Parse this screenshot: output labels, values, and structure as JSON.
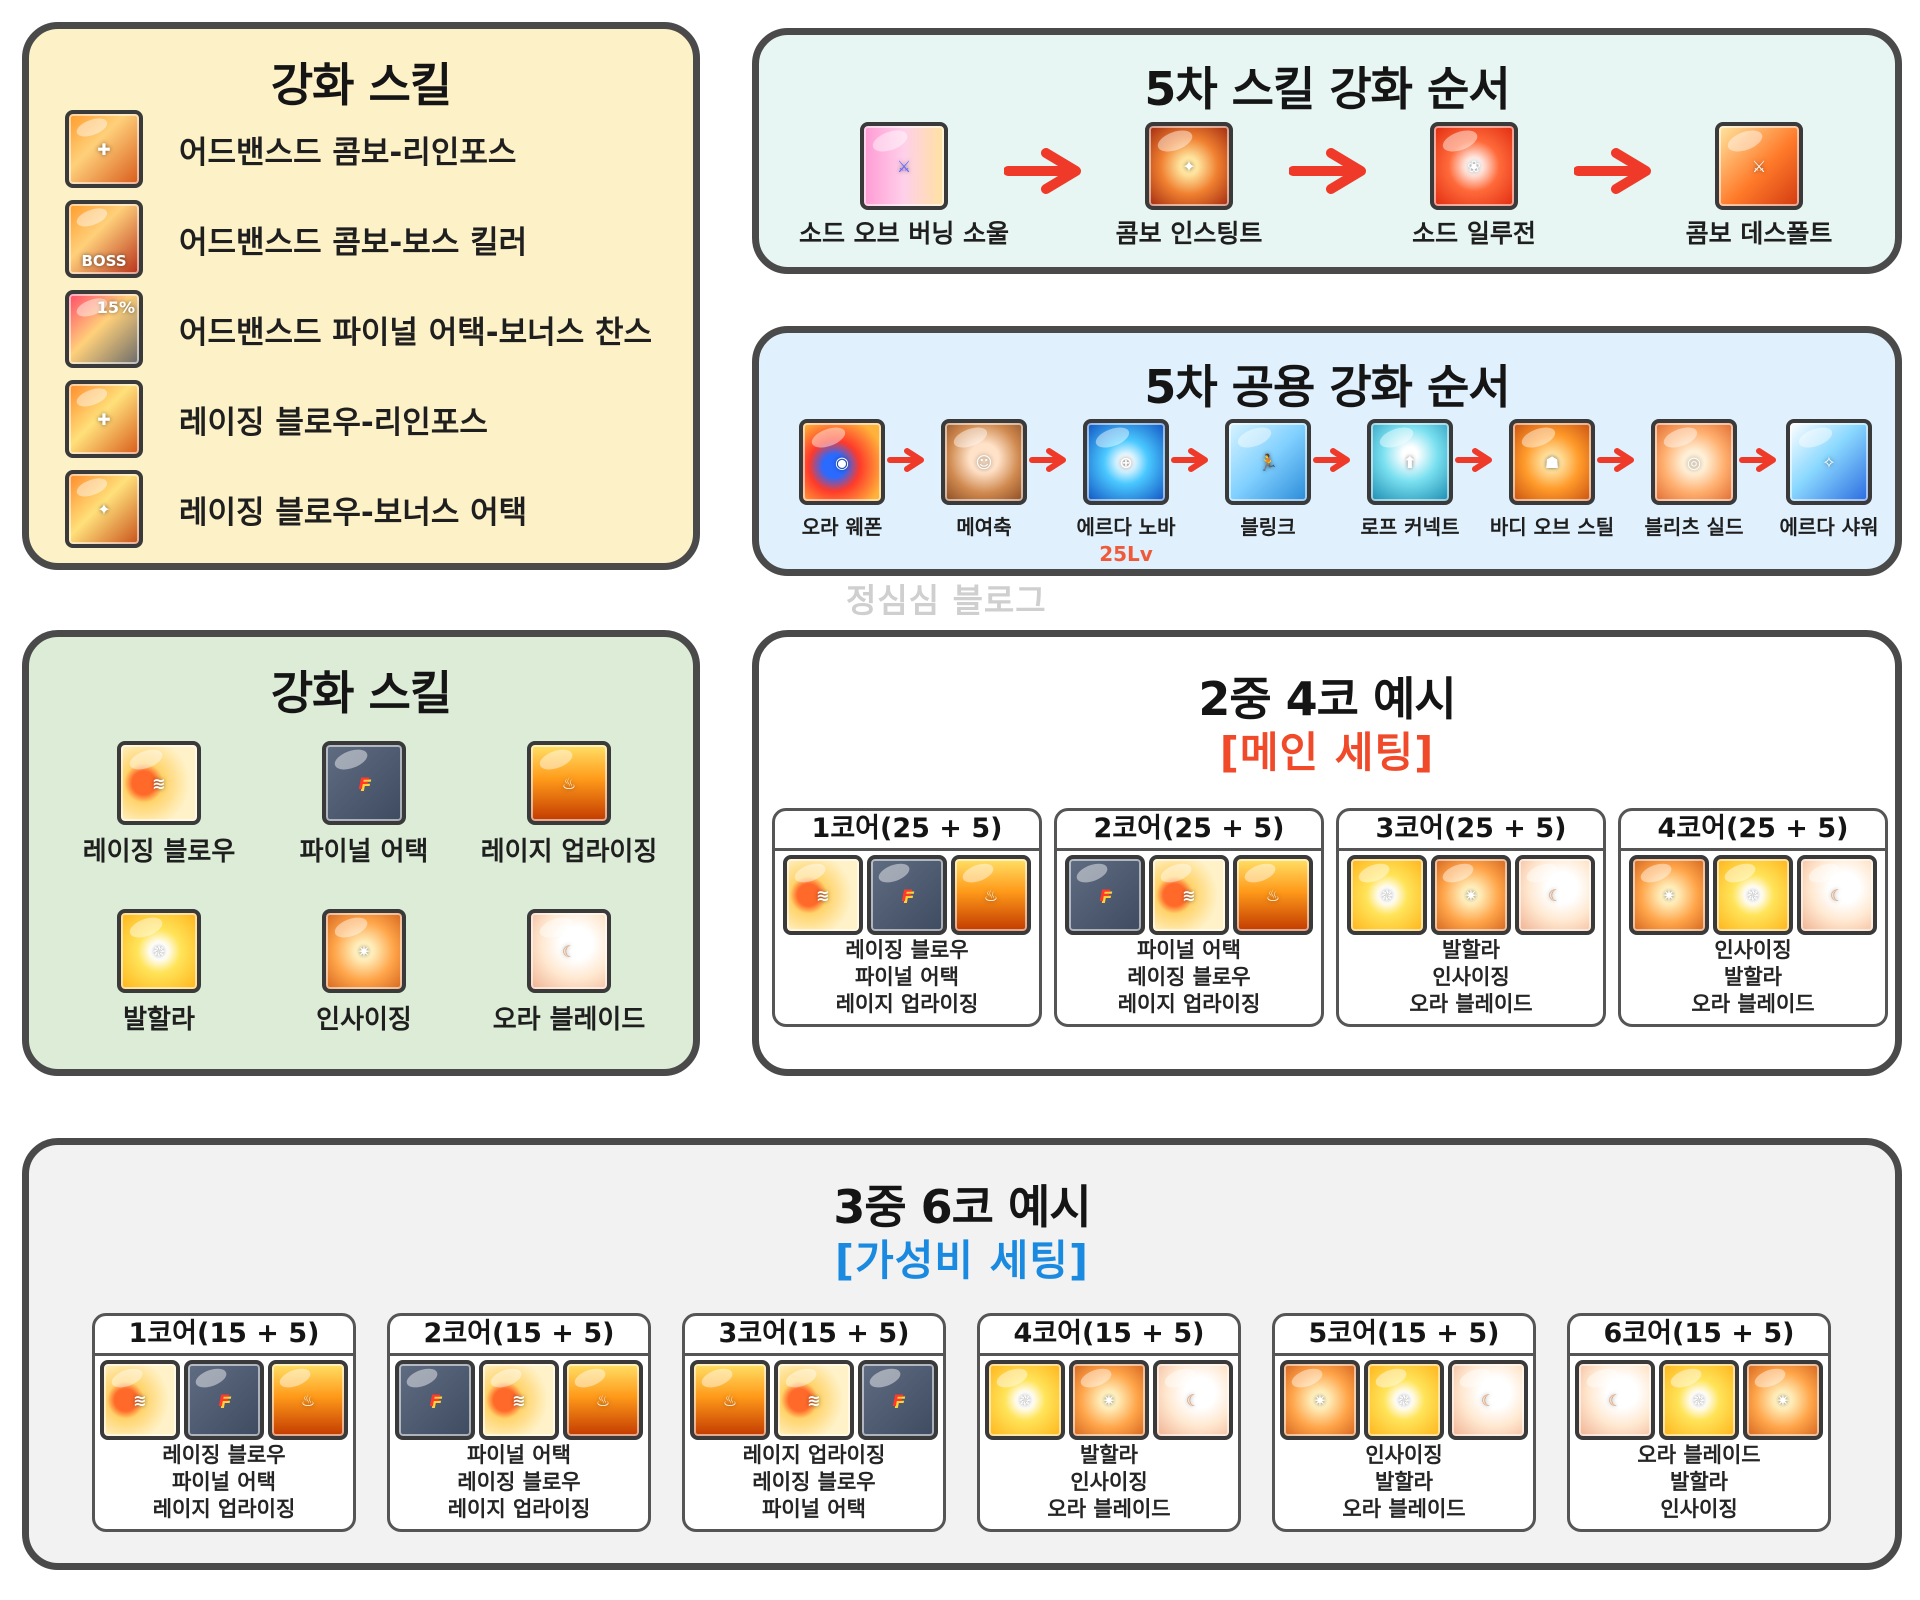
{
  "panel_enhance": {
    "title": "강화 스킬",
    "items": [
      {
        "label": "어드밴스드 콤보-리인포스",
        "icon": "advanced-combo-reinforce-icon"
      },
      {
        "label": "어드밴스드 콤보-보스 킬러",
        "icon": "advanced-combo-boss-killer-icon",
        "badge": "BOSS"
      },
      {
        "label": "어드밴스드 파이널 어택-보너스 찬스",
        "icon": "advanced-final-attack-bonus-chance-icon",
        "badge": "15%"
      },
      {
        "label": "레이징 블로우-리인포스",
        "icon": "raging-blow-reinforce-icon"
      },
      {
        "label": "레이징 블로우-보너스 어택",
        "icon": "raging-blow-bonus-attack-icon"
      }
    ]
  },
  "panel_fifth_order": {
    "title": "5차 스킬 강화 순서",
    "items": [
      {
        "label": "소드 오브 버닝 소울",
        "icon": "sword-of-burning-soul-icon"
      },
      {
        "label": "콤보 인스팅트",
        "icon": "combo-instinct-icon"
      },
      {
        "label": "소드 일루전",
        "icon": "sword-illusion-icon"
      },
      {
        "label": "콤보 데스폴트",
        "icon": "combo-deathfault-icon"
      }
    ]
  },
  "panel_common_order": {
    "title": "5차 공용 강화 순서",
    "items": [
      {
        "label": "오라 웨폰",
        "icon": "aura-weapon-icon"
      },
      {
        "label": "메여축",
        "icon": "goddess-blessing-icon"
      },
      {
        "label": "에르다 노바",
        "icon": "erda-nova-icon",
        "level": "25Lv"
      },
      {
        "label": "블링크",
        "icon": "blink-icon"
      },
      {
        "label": "로프 커넥트",
        "icon": "rope-connect-icon"
      },
      {
        "label": "바디 오브 스틸",
        "icon": "body-of-steel-icon"
      },
      {
        "label": "블리츠 실드",
        "icon": "blitz-shield-icon"
      },
      {
        "label": "에르다 샤워",
        "icon": "erda-shower-icon"
      }
    ]
  },
  "watermark": "정심심 블로그",
  "panel_skills": {
    "title": "강화 스킬",
    "items": [
      {
        "label": "레이징 블로우",
        "icon": "raging-blow-icon"
      },
      {
        "label": "파이널 어택",
        "icon": "final-attack-icon"
      },
      {
        "label": "레이지 업라이징",
        "icon": "rage-uprising-icon"
      },
      {
        "label": "발할라",
        "icon": "valhalla-icon"
      },
      {
        "label": "인사이징",
        "icon": "incising-icon"
      },
      {
        "label": "오라 블레이드",
        "icon": "aura-blade-icon"
      }
    ]
  },
  "panel_four_core": {
    "title": "2중 4코 예시",
    "subtitle": "[메인 세팅]",
    "subtitle_color": "#f04a2a",
    "cores": [
      {
        "header": "1코어(25 + 5)",
        "skills": [
          "레이징 블로우",
          "파이널 어택",
          "레이지 업라이징"
        ]
      },
      {
        "header": "2코어(25 + 5)",
        "skills": [
          "파이널 어택",
          "레이징 블로우",
          "레이지 업라이징"
        ]
      },
      {
        "header": "3코어(25 + 5)",
        "skills": [
          "발할라",
          "인사이징",
          "오라 블레이드"
        ]
      },
      {
        "header": "4코어(25 + 5)",
        "skills": [
          "인사이징",
          "발할라",
          "오라 블레이드"
        ]
      }
    ]
  },
  "panel_six_core": {
    "title": "3중 6코 예시",
    "subtitle": "[가성비 세팅]",
    "subtitle_color": "#1a8ae0",
    "cores": [
      {
        "header": "1코어(15 + 5)",
        "skills": [
          "레이징 블로우",
          "파이널 어택",
          "레이지 업라이징"
        ]
      },
      {
        "header": "2코어(15 + 5)",
        "skills": [
          "파이널 어택",
          "레이징 블로우",
          "레이지 업라이징"
        ]
      },
      {
        "header": "3코어(15 + 5)",
        "skills": [
          "레이지 업라이징",
          "레이징 블로우",
          "파이널 어택"
        ]
      },
      {
        "header": "4코어(15 + 5)",
        "skills": [
          "발할라",
          "인사이징",
          "오라 블레이드"
        ]
      },
      {
        "header": "5코어(15 + 5)",
        "skills": [
          "인사이징",
          "발할라",
          "오라 블레이드"
        ]
      },
      {
        "header": "6코어(15 + 5)",
        "skills": [
          "오라 블레이드",
          "발할라",
          "인사이징"
        ]
      }
    ]
  },
  "colors": {
    "panel_enhance_bg": "#fdf1c7",
    "panel_fifth_bg": "#e7f6f2",
    "panel_common_bg": "#e0f1fd",
    "panel_skills_bg": "#dcecd6",
    "panel_four_bg": "#ffffff",
    "panel_six_bg": "#f2f2f2",
    "arrow": "#ef3a2a",
    "level": "#ef5a3a"
  }
}
